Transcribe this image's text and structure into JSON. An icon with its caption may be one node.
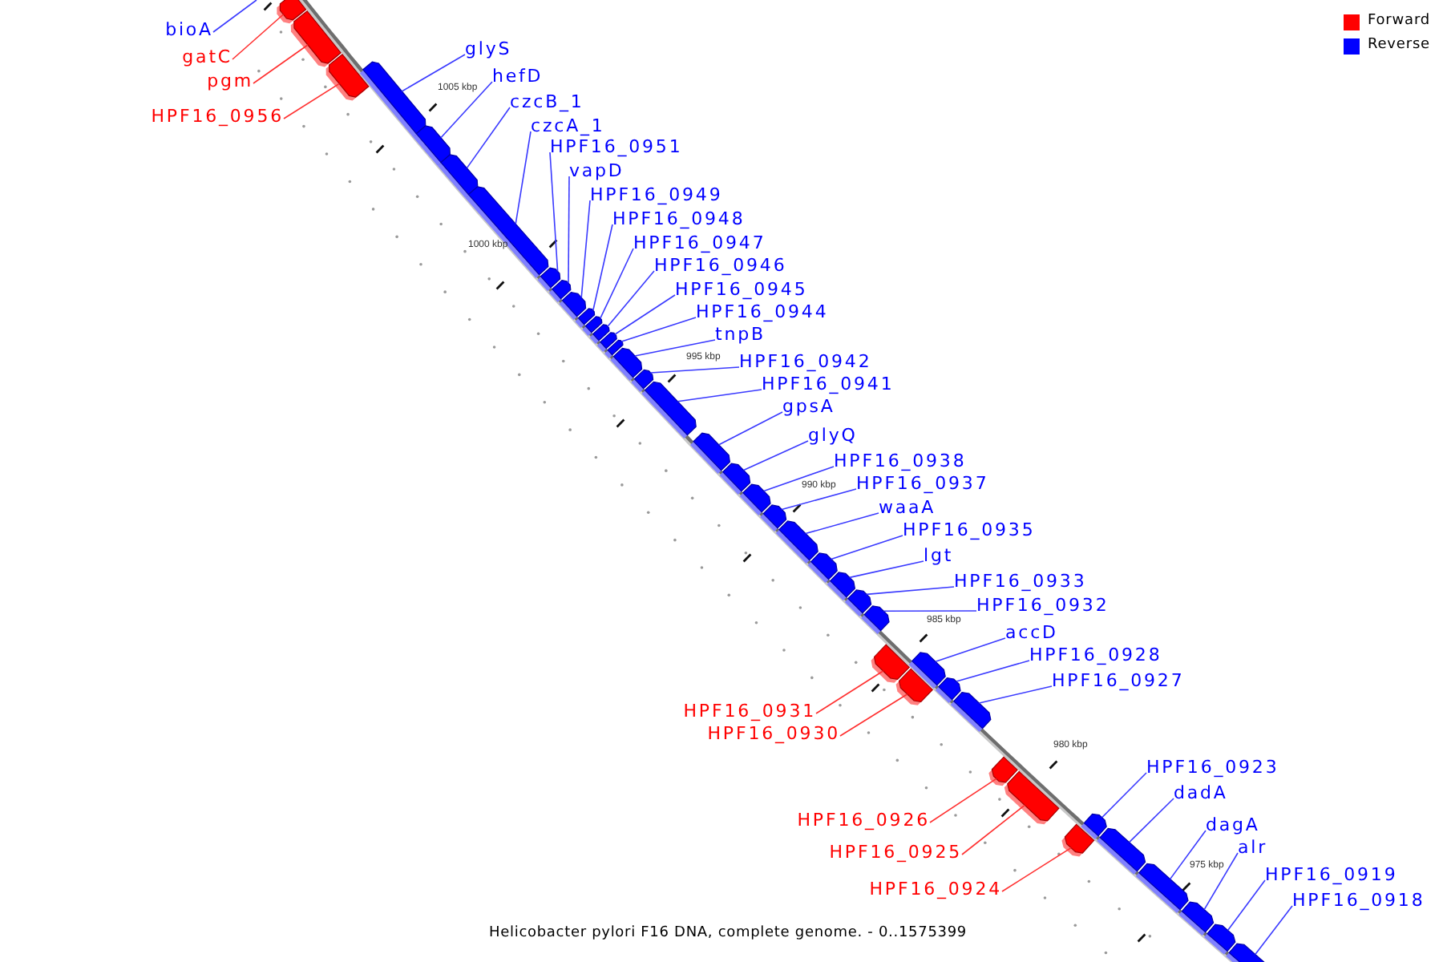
{
  "diagram": {
    "caption": "Helicobacter pylori F16 DNA, complete genome. - 0..1575399",
    "nodes": [
      {
        "text": [
          "bioA"
        ]
      },
      {
        "text": [
          "glyS"
        ]
      },
      {
        "text": [
          "gatC"
        ]
      },
      {
        "text": [
          "hefD"
        ]
      },
      {
        "text": [
          "pgm"
        ]
      },
      {
        "text": [
          "czcB_1"
        ]
      },
      {
        "text": [
          "HPF16_0956"
        ]
      },
      {
        "text": [
          "czcA_1"
        ]
      },
      {
        "text": [
          "HPF16_0951"
        ]
      },
      {
        "text": [
          "vapD"
        ]
      },
      {
        "text": [
          "HPF16_0949"
        ]
      },
      {
        "text": [
          "HPF16_0948"
        ]
      },
      {
        "text": [
          "HPF16_0947"
        ]
      },
      {
        "text": [
          "HPF16_0946"
        ]
      },
      {
        "text": [
          "HPF16_0945"
        ]
      },
      {
        "text": [
          "HPF16_0944"
        ]
      },
      {
        "text": [
          "tnpB"
        ]
      },
      {
        "text": [
          "HPF16_0942"
        ]
      },
      {
        "text": [
          "HPF16_0941"
        ]
      },
      {
        "text": [
          "gpsA"
        ]
      },
      {
        "text": [
          "glyQ"
        ]
      },
      {
        "text": [
          "HPF16_0938"
        ]
      },
      {
        "text": [
          "HPF16_0937"
        ]
      },
      {
        "text": [
          "waaA"
        ]
      },
      {
        "text": [
          "HPF16_0935"
        ]
      },
      {
        "text": [
          "lgt"
        ]
      },
      {
        "text": [
          "HPF16_0933"
        ]
      },
      {
        "text": [
          "HPF16_0932"
        ]
      },
      {
        "text": [
          "accD"
        ]
      },
      {
        "text": [
          "HPF16_0928"
        ]
      },
      {
        "text": [
          "HPF16_0927"
        ]
      },
      {
        "text": [
          "HPF16_0931"
        ]
      },
      {
        "text": [
          "HPF16_0930"
        ]
      },
      {
        "text": [
          "HPF16_0923"
        ]
      },
      {
        "text": [
          "dadA"
        ]
      },
      {
        "text": [
          "HPF16_0926"
        ]
      },
      {
        "text": [
          "dagA"
        ]
      },
      {
        "text": [
          "alr"
        ]
      },
      {
        "text": [
          "HPF16_0925"
        ]
      },
      {
        "text": [
          "HPF16_0919"
        ]
      },
      {
        "text": [
          "HPF16_0924"
        ]
      },
      {
        "text": [
          "HPF16_0918"
        ]
      },
      {
        "text": [],
        "shape": "bar"
      },
      {
        "text": [],
        "shape": "bar"
      },
      {
        "text": [],
        "shape": "bar"
      },
      {
        "text": [],
        "shape": "bar"
      },
      {
        "text": [],
        "shape": "bar"
      },
      {
        "text": [],
        "shape": "bar"
      },
      {
        "text": [],
        "shape": "bar"
      },
      {
        "text": [],
        "shape": "bar"
      },
      {
        "text": [],
        "shape": "bar"
      },
      {
        "text": [],
        "shape": "bar"
      },
      {
        "text": [],
        "shape": "bar"
      },
      {
        "text": [],
        "shape": "bar"
      },
      {
        "text": [],
        "shape": "bar"
      },
      {
        "text": [],
        "shape": "bar"
      },
      {
        "text": [],
        "shape": "bar"
      },
      {
        "text": [],
        "shape": "bar"
      },
      {
        "text": [],
        "shape": "bar"
      },
      {
        "text": [],
        "shape": "bar"
      },
      {
        "text": [],
        "shape": "bar"
      },
      {
        "text": [],
        "shape": "bar"
      },
      {
        "text": [],
        "shape": "bar"
      },
      {
        "text": [],
        "shape": "bar"
      },
      {
        "text": [],
        "shape": "bar"
      },
      {
        "text": [],
        "shape": "bar"
      },
      {
        "text": [],
        "shape": "bar"
      },
      {
        "text": [],
        "shape": "bar"
      },
      {
        "text": [],
        "shape": "bar"
      },
      {
        "text": [],
        "shape": "bar"
      },
      {
        "text": [],
        "shape": "bar"
      },
      {
        "text": [],
        "shape": "bar"
      },
      {
        "text": [],
        "shape": "bar"
      },
      {
        "text": [],
        "shape": "bar"
      },
      {
        "text": [],
        "shape": "bar"
      },
      {
        "text": [],
        "shape": "bar"
      },
      {
        "text": [],
        "shape": "bar"
      },
      {
        "text": [],
        "shape": "bar"
      },
      {
        "text": [],
        "shape": "bar"
      },
      {
        "text": [],
        "shape": "bar"
      },
      {
        "text": [],
        "shape": "bar"
      },
      {
        "text": [],
        "shape": "bar"
      },
      {
        "text": [],
        "shape": "bar"
      }
    ],
    "edges": [
      {
        "from": 0,
        "to": null,
        "arrow": "none"
      },
      {
        "from": 1,
        "to": 45,
        "arrow": "none"
      },
      {
        "from": 2,
        "to": 42,
        "arrow": "none",
        "color": "#ff3030"
      },
      {
        "from": 3,
        "to": 46,
        "arrow": "none"
      },
      {
        "from": 4,
        "to": 43,
        "arrow": "none",
        "color": "#ff3030"
      },
      {
        "from": 5,
        "to": 47,
        "arrow": "none"
      },
      {
        "from": 6,
        "to": 44,
        "arrow": "none",
        "color": "#ff3030"
      },
      {
        "from": 7,
        "to": 48,
        "arrow": "none"
      },
      {
        "from": 8,
        "to": 49,
        "arrow": "none"
      },
      {
        "from": 9,
        "to": 50,
        "arrow": "none"
      },
      {
        "from": 10,
        "to": 51,
        "arrow": "none"
      },
      {
        "from": 11,
        "to": 52,
        "arrow": "none"
      },
      {
        "from": 12,
        "to": 53,
        "arrow": "none"
      },
      {
        "from": 13,
        "to": 54,
        "arrow": "none"
      },
      {
        "from": 14,
        "to": 55,
        "arrow": "none"
      },
      {
        "from": 15,
        "to": 56,
        "arrow": "none"
      },
      {
        "from": 16,
        "to": 57,
        "arrow": "none"
      },
      {
        "from": 17,
        "to": 58,
        "arrow": "none"
      },
      {
        "from": 18,
        "to": 59,
        "arrow": "none"
      },
      {
        "from": 19,
        "to": 60,
        "arrow": "none"
      },
      {
        "from": 20,
        "to": 61,
        "arrow": "none"
      },
      {
        "from": 21,
        "to": 62,
        "arrow": "none"
      },
      {
        "from": 22,
        "to": 63,
        "arrow": "none"
      },
      {
        "from": 23,
        "to": 64,
        "arrow": "none"
      },
      {
        "from": 24,
        "to": 65,
        "arrow": "none"
      },
      {
        "from": 25,
        "to": 66,
        "arrow": "none"
      },
      {
        "from": 26,
        "to": 67,
        "arrow": "none"
      },
      {
        "from": 27,
        "to": 68,
        "arrow": "none"
      },
      {
        "from": 28,
        "to": 70,
        "arrow": "none"
      },
      {
        "from": 29,
        "to": 72,
        "arrow": "none"
      },
      {
        "from": 30,
        "to": 73,
        "arrow": "none"
      },
      {
        "from": 31,
        "to": 69,
        "arrow": "none",
        "color": "#ff3030"
      },
      {
        "from": 32,
        "to": 71,
        "arrow": "none",
        "color": "#ff3030"
      },
      {
        "from": 33,
        "to": 77,
        "arrow": "none"
      },
      {
        "from": 34,
        "to": 78,
        "arrow": "none"
      },
      {
        "from": 35,
        "to": 74,
        "arrow": "none",
        "color": "#ff3030"
      },
      {
        "from": 36,
        "to": 79,
        "arrow": "none"
      },
      {
        "from": 37,
        "to": 80,
        "arrow": "none"
      },
      {
        "from": 38,
        "to": 75,
        "arrow": "none",
        "color": "#ff3030"
      },
      {
        "from": 39,
        "to": 81,
        "arrow": "none"
      },
      {
        "from": 40,
        "to": 76,
        "arrow": "none",
        "color": "#ff3030"
      },
      {
        "from": 41,
        "to": 82,
        "arrow": "none"
      }
    ],
    "labels": [
      "1005 kbp",
      "1000 kbp",
      "995 kbp",
      "990 kbp",
      "985 kbp",
      "980 kbp",
      "975 kbp"
    ],
    "legend": [
      {
        "text": "Forward",
        "color": "#ff0000"
      },
      {
        "text": "Reverse",
        "color": "#0000ff"
      }
    ]
  }
}
